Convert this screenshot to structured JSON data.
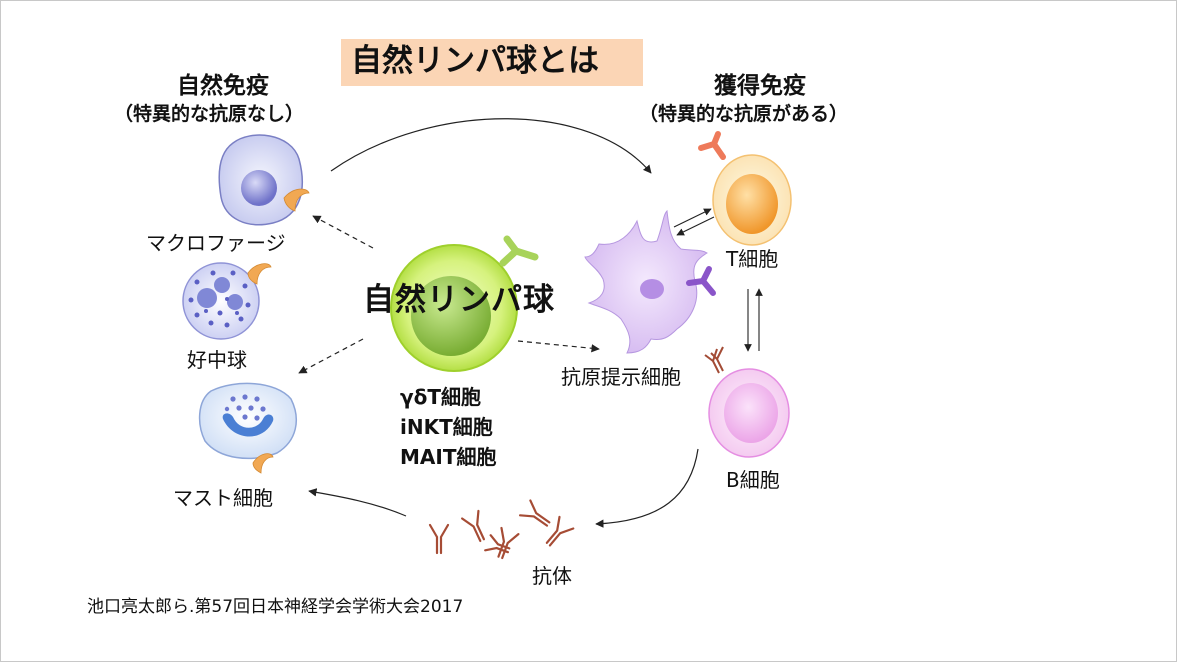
{
  "title": "自然リンパ球とは",
  "innate": {
    "heading": "自然免疫",
    "subheading": "（特異的な抗原なし）"
  },
  "adaptive": {
    "heading": "獲得免疫",
    "subheading": "（特異的な抗原がある）"
  },
  "center": {
    "label": "自然リンパ球",
    "types": [
      "γδT細胞",
      "iNKT細胞",
      "MAIT細胞"
    ]
  },
  "cells": {
    "macrophage": "マクロファージ",
    "neutrophil": "好中球",
    "mast_cell": "マスト細胞",
    "t_cell": "T細胞",
    "b_cell": "B細胞",
    "apc": "抗原提示細胞",
    "antibody": "抗体"
  },
  "citation": "池口亮太郎ら.第57回日本神経学会学術大会2017",
  "colors": {
    "title_bg": "#fbd5b5",
    "lymphocyte": "#c9ee6a",
    "macrophage": "#d9dcf5",
    "t_cell": "#f5a846",
    "b_cell": "#f2b4f0",
    "apc": "#d7b7ef",
    "receptor": "#f0a050"
  }
}
